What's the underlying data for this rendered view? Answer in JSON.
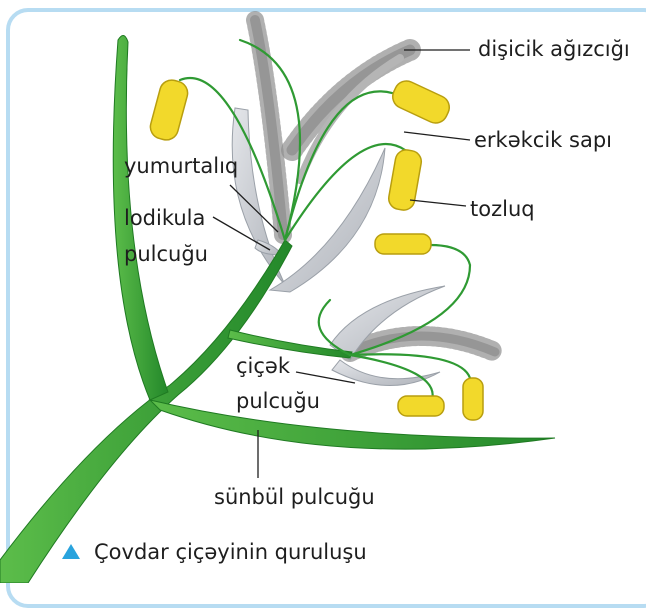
{
  "labels": {
    "stigma": "dişicik ağızcığı",
    "filament": "erkəkcik sapı",
    "ovary": "yumurtalıq",
    "anther": "tozluq",
    "lodicule_line1": "lodikula",
    "lodicule_line2": "pulcuğu",
    "flower_scale_line1": "çiçək",
    "flower_scale_line2": "pulcuğu",
    "spike_scale": "sünbül pulcuğu"
  },
  "caption": "Çovdar çiçəyinin quruluşu",
  "colors": {
    "stem": "#3aa33a",
    "stem_dark": "#1f7a22",
    "anther": "#f0d72a",
    "scale": "#c9ccd2",
    "feather": "#9a9a9a",
    "frame": "#b7dcf2",
    "marker": "#29a3dd"
  }
}
